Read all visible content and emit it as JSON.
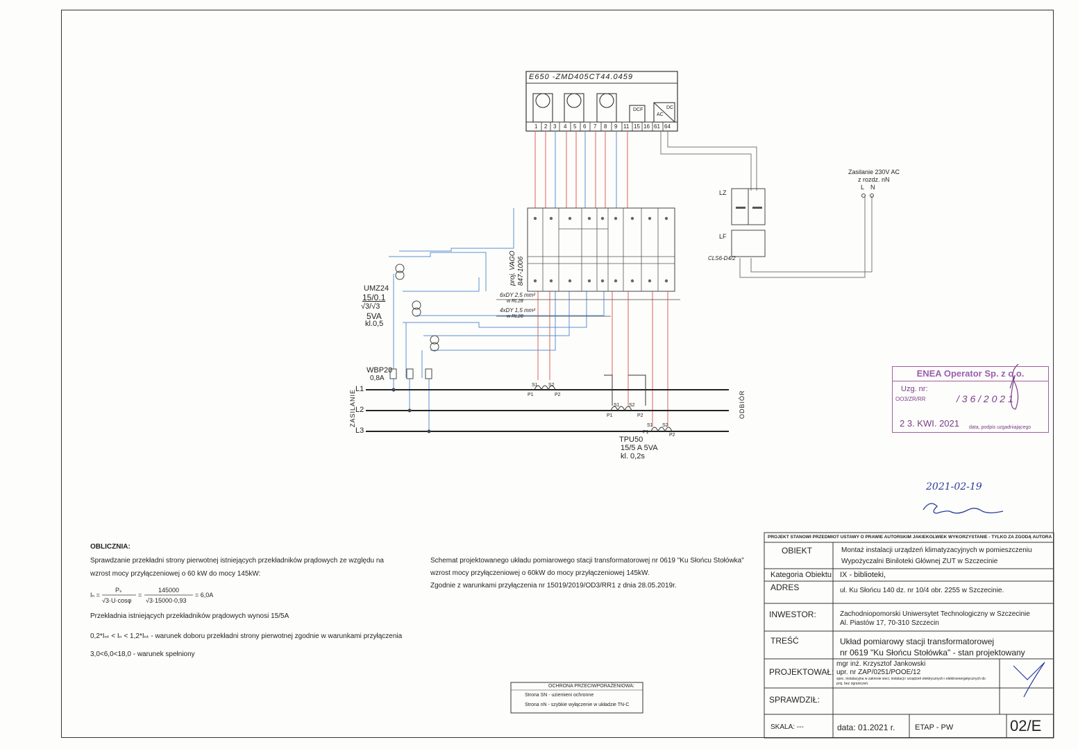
{
  "meter": {
    "title": "E650 -ZMD405CT44.0459",
    "terminals": [
      "1",
      "2",
      "3",
      "4",
      "5",
      "6",
      "7",
      "8",
      "9",
      "11",
      "15",
      "16",
      "61",
      "64"
    ],
    "dcf_label": "DCF",
    "dc_label": "DC",
    "ac_label": "AC"
  },
  "terminal_block": {
    "label_line1": "proj. VAGO",
    "label_line2": "847-1006"
  },
  "cables": {
    "cable1": "6xDY 2,5 mm²",
    "cable1_sub": "w RL28",
    "cable2": "4xDY 1,5 mm²",
    "cable2_sub": "w RL28"
  },
  "vt": {
    "name": "UMZ24",
    "ratio": "15/0.1",
    "ratio_sub": "√3/√3",
    "power": "5VA",
    "class": "kl.0,5"
  },
  "fuse": {
    "name": "WBP20",
    "rating": "0,8A"
  },
  "lines": {
    "l1": "L1",
    "l2": "L2",
    "l3": "L3",
    "supply_label": "ZASILANIE",
    "load_label": "ODBIÓR"
  },
  "ct": {
    "s1": "S1",
    "s2": "S2",
    "p1": "P1",
    "p2": "P2",
    "name": "TPU50",
    "ratio": "15/5 A 5VA",
    "class": "kl. 0,2s"
  },
  "supply": {
    "line1": "Zasilanie 230V AC",
    "line2": "z rozdz. nN",
    "l": "L",
    "n": "N"
  },
  "breakers": {
    "lz": "LZ",
    "lf": "LF",
    "lf_model": "CLS6-D4/2"
  },
  "stamp": {
    "company": "ENEA Operator Sp. z o.o.",
    "reg_label": "Uzg. nr:",
    "reg_prefix": "OO3/ZR/RR",
    "reg_number": "/ 3 6 / 2 0 2 1",
    "date": "2 3. KWI. 2021",
    "sign_label": "data, podpis uzgadniającego"
  },
  "handwritten": {
    "date": "2021-02-19"
  },
  "calc": {
    "title": "OBLICZNIA:",
    "line1": "Sprawdzanie przekładni strony pierwotnej istniejących przekładników prądowych ze względu na",
    "line2": "wzrost mocy przyłączeniowej o 60 kW do mocy 145kW:",
    "formula_lhs": "Iₙ =",
    "formula_num": "Pₛ",
    "formula_den": "√3·U·cosφ",
    "formula_eq": "=",
    "formula_num2": "145000",
    "formula_den2": "√3·15000·0,93",
    "formula_res": "= 6,0A",
    "line3": "Przekładnia istniejących przekładników prądowych wynosi 15/5A",
    "line4": "0,2*Iₙₜ < Iₙ < 1,2*Iₙₜ - warunek doboru przekładni strony pierwotnej zgodnie w warunkami przyłączenia",
    "line5": "3,0<6,0<18,0   - warunek spełniony"
  },
  "scheme_text": {
    "line1": "Schemat projektowanego układu pomiarowego stacji transformatorowej nr 0619 \"Ku Słońcu Stołówka\"",
    "line2": "wzrost mocy przyłączeniowej o 60kW do mocy przyłączeniowej 145kW.",
    "line3": "Zgodnie z warunkami przyłączenia nr 15019/2019/OD3/RR1 z dnia 28.05.2019r."
  },
  "protection_box": {
    "title": "OCHRONA PRZECIWPORAŻENIOWA:",
    "row1": "Strona SN  -  uziemieni ochronne",
    "row2": "Strona nN  -  szybkie wyłączenie w układzie TN-C"
  },
  "title_block": {
    "header": "PROJEKT STANOWI PRZEDMIOT USTAWY O PRAWIE AUTORSKIM JAKIEKOLWIEK WYKORZYSTANIE - TYLKO ZA ZGODĄ AUTORA",
    "obiekt_label": "OBIEKT",
    "obiekt_line1": "Montaż instalacji urządzeń klimatyzacyjnych w pomieszczeniu",
    "obiekt_line2": "Wypożyczalni Biniloteki Głównej ZUT w Szczecinie",
    "kategoria_label": "Kategoria Obiektu",
    "kategoria_value": "IX - biblioteki,",
    "adres_label": "ADRES",
    "adres_value": "ul. Ku Słońcu 140 dz. nr 10/4 obr. 2255 w Szczecinie.",
    "inwestor_label": "INWESTOR:",
    "inwestor_line1": "Zachodniopomorski Uniwersytet Technologiczny w Szczecinie",
    "inwestor_line2": "Al. Piastów 17, 70-310 Szczecin",
    "tresc_label": "TREŚĆ",
    "tresc_line1": "Układ pomiarowy stacji transformatorowej",
    "tresc_line2": "nr 0619 \"Ku Słońcu Stołówka\" - stan projektowany",
    "projektowal_label": "PROJEKTOWAŁ:",
    "proj_line1": "mgr inż. Krzysztof Jankowski",
    "proj_line2": "upr. nr ZAP/0251/POOE/12",
    "proj_line3": "spec. instalacyjna w zakresie sieci, instalacji i urządzeń elektrycznych i elektroenergetycznych do",
    "proj_line4": "proj. bez ograniczeń.",
    "sprawdzil_label": "SPRAWDZIŁ:",
    "skala_label": "SKALA: ---",
    "data_label": "data: 01.2021 r.",
    "etap_label": "ETAP - PW",
    "sheet_no": "02/E"
  }
}
